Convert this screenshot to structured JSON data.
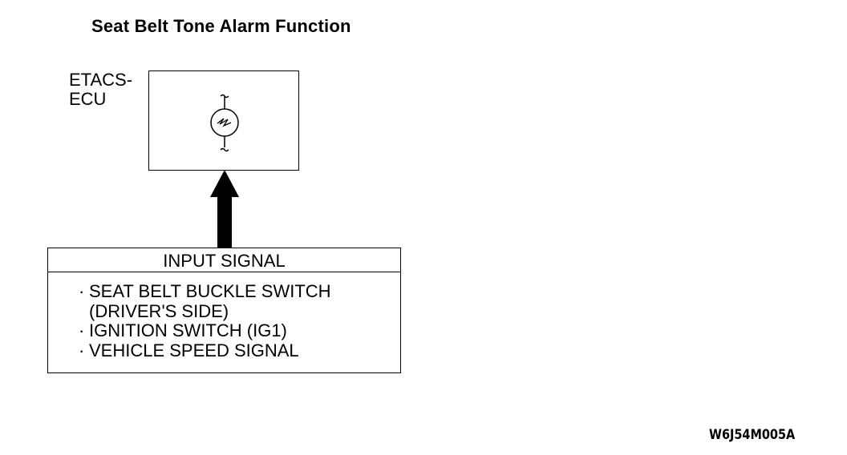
{
  "title": "Seat Belt Tone Alarm Function",
  "ecu": {
    "label_line1": "ETACS-",
    "label_line2": "ECU",
    "icon": "buzzer-icon"
  },
  "input": {
    "header": "INPUT SIGNAL",
    "bullet": "·",
    "items": [
      {
        "line1": "SEAT BELT BUCKLE SWITCH",
        "line2": "(DRIVER'S SIDE)"
      },
      {
        "line1": "IGNITION SWITCH (IG1)"
      },
      {
        "line1": "VEHICLE SPEED SIGNAL"
      }
    ]
  },
  "figure_code": "W6J54M005A"
}
